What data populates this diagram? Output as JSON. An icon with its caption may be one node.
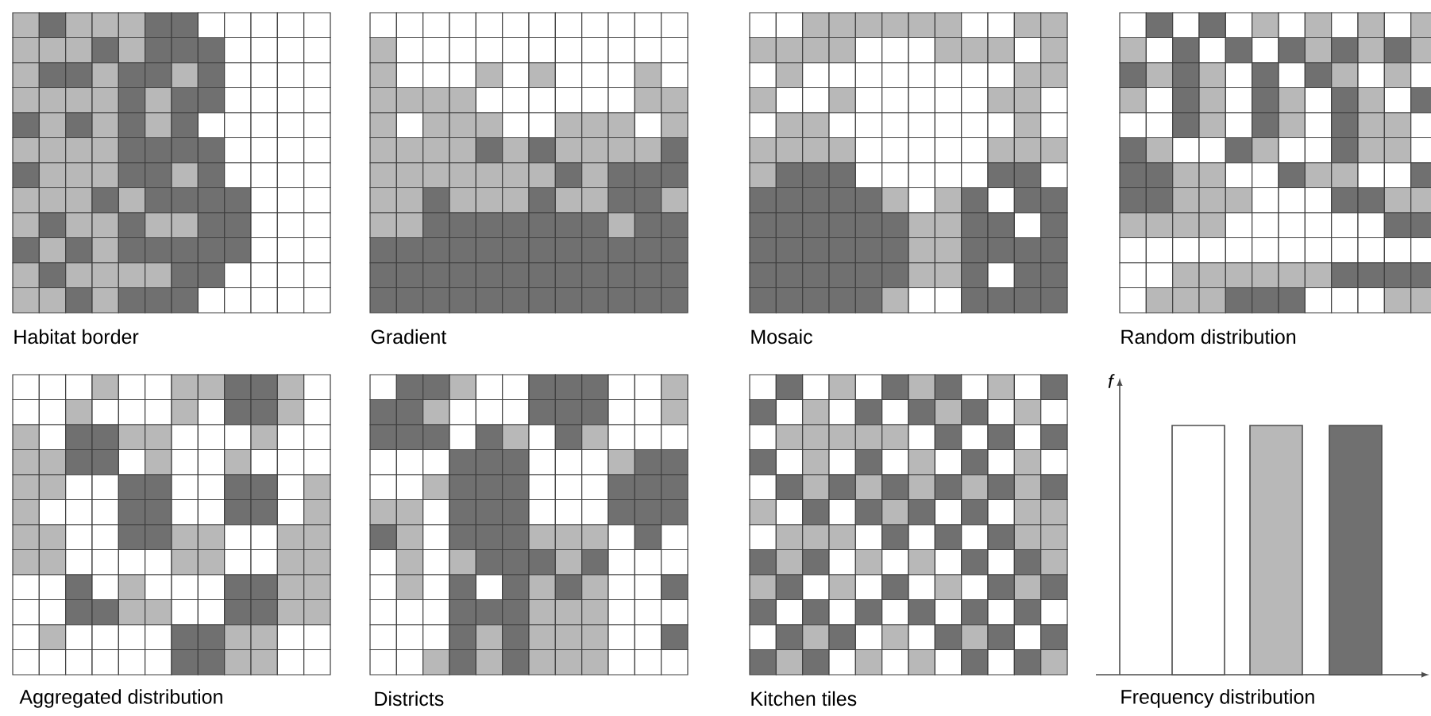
{
  "diagram": {
    "labels": [
      "Habitat border",
      "Gradient",
      "Mosaic",
      "Random distribution",
      "Aggregated distribution",
      "Districts",
      "Kitchen tiles",
      "f",
      "Frequency distribution"
    ]
  }
}
